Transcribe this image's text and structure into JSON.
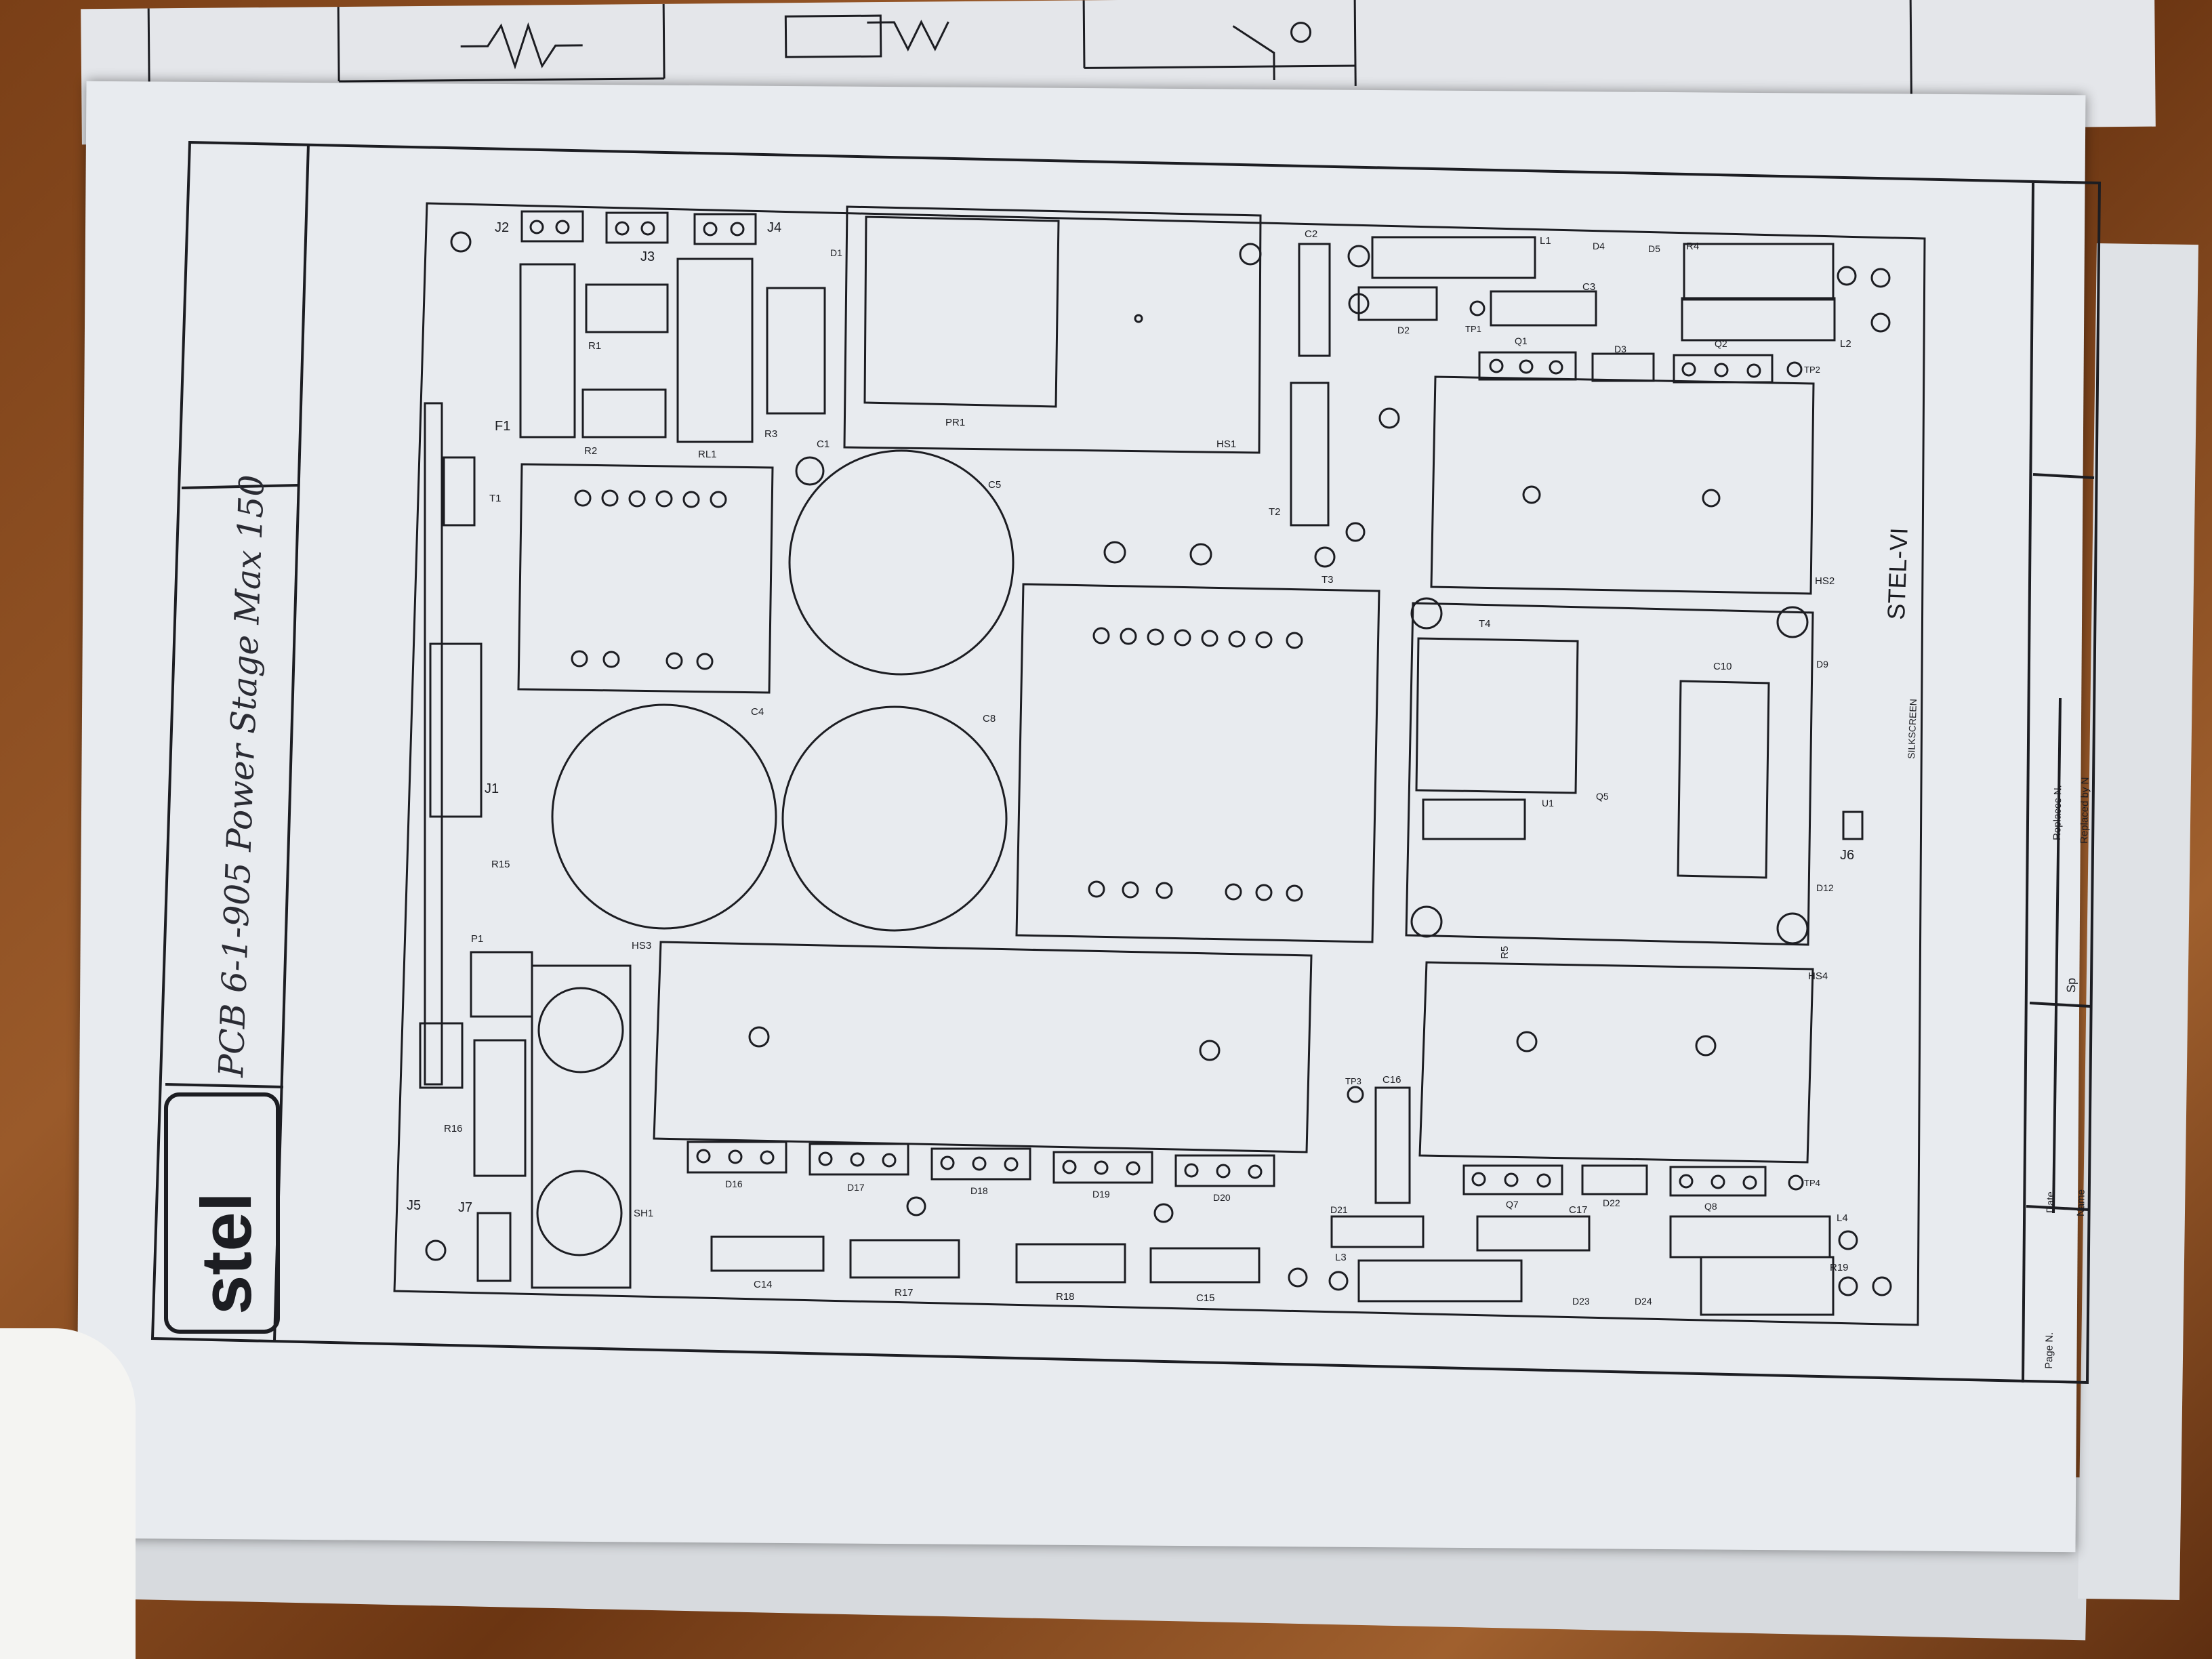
{
  "drawing": {
    "handwritten_title": "PCB 6-1-905 Power Stage Max 150",
    "board_name": "STEL-VI",
    "silkscreen_note": "SILKSCREEN",
    "logo_text": "stel"
  },
  "title_block": {
    "replaces": "Replaces N.",
    "replaced_by": "Replaced by N",
    "sp": "Sp",
    "date": "Date",
    "name": "Name",
    "page": "Page N."
  },
  "components": {
    "connectors": [
      "J1",
      "J2",
      "J3",
      "J4",
      "J5",
      "J6",
      "J7"
    ],
    "resistors": [
      "R1",
      "R2",
      "R3",
      "R4",
      "R5",
      "R15",
      "R16",
      "R17",
      "R18",
      "R19"
    ],
    "capacitors": [
      "C1",
      "C2",
      "C3",
      "C4",
      "C5",
      "C8",
      "C10",
      "C14",
      "C15",
      "C16",
      "C17"
    ],
    "diodes": [
      "D1",
      "D2",
      "D3",
      "D4",
      "D5",
      "D9",
      "D12",
      "D16",
      "D17",
      "D18",
      "D19",
      "D20",
      "D21",
      "D22",
      "D23",
      "D24"
    ],
    "transistors": [
      "Q1",
      "Q2",
      "Q5",
      "Q7",
      "Q8"
    ],
    "misc": [
      "F1",
      "RL1",
      "PR1",
      "HS1",
      "HS2",
      "HS3",
      "HS4",
      "T1",
      "T2",
      "T3",
      "T4",
      "P1",
      "L1",
      "L2",
      "L3",
      "L4",
      "TP1",
      "TP2",
      "TP3",
      "TP4",
      "SH1",
      "U1"
    ]
  }
}
